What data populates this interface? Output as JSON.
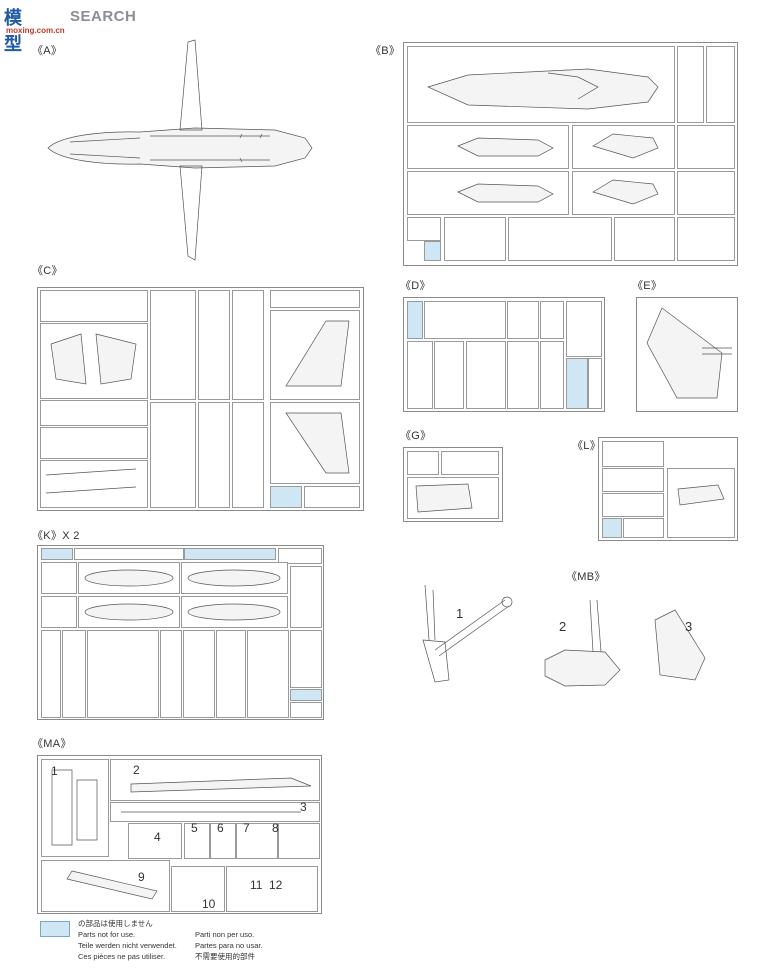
{
  "logo": {
    "cn": "模型",
    "en": "SEARCH",
    "url": "moxing.com.cn"
  },
  "sprues": {
    "A": "《A》",
    "B": "《B》",
    "C": "《C》",
    "D": "《D》",
    "E": "《E》",
    "G": "《G》",
    "L": "《L》",
    "K": "《K》X 2",
    "MB": "《MB》",
    "MA": "《MA》"
  },
  "mb_parts": [
    "1",
    "2",
    "3"
  ],
  "ma_parts": [
    "1",
    "2",
    "3",
    "4",
    "5",
    "6",
    "7",
    "8",
    "9",
    "10",
    "11",
    "12"
  ],
  "legend": {
    "color": "#cfe7f5",
    "lines_left": [
      "の部品は使用しません",
      "Parts not for use.",
      "Teile werden nicht verwendet.",
      "Ces pièces ne pas utiliser."
    ],
    "lines_right": [
      "Parti non per uso.",
      "Partes para no usar.",
      "不需要使用的部件"
    ]
  }
}
